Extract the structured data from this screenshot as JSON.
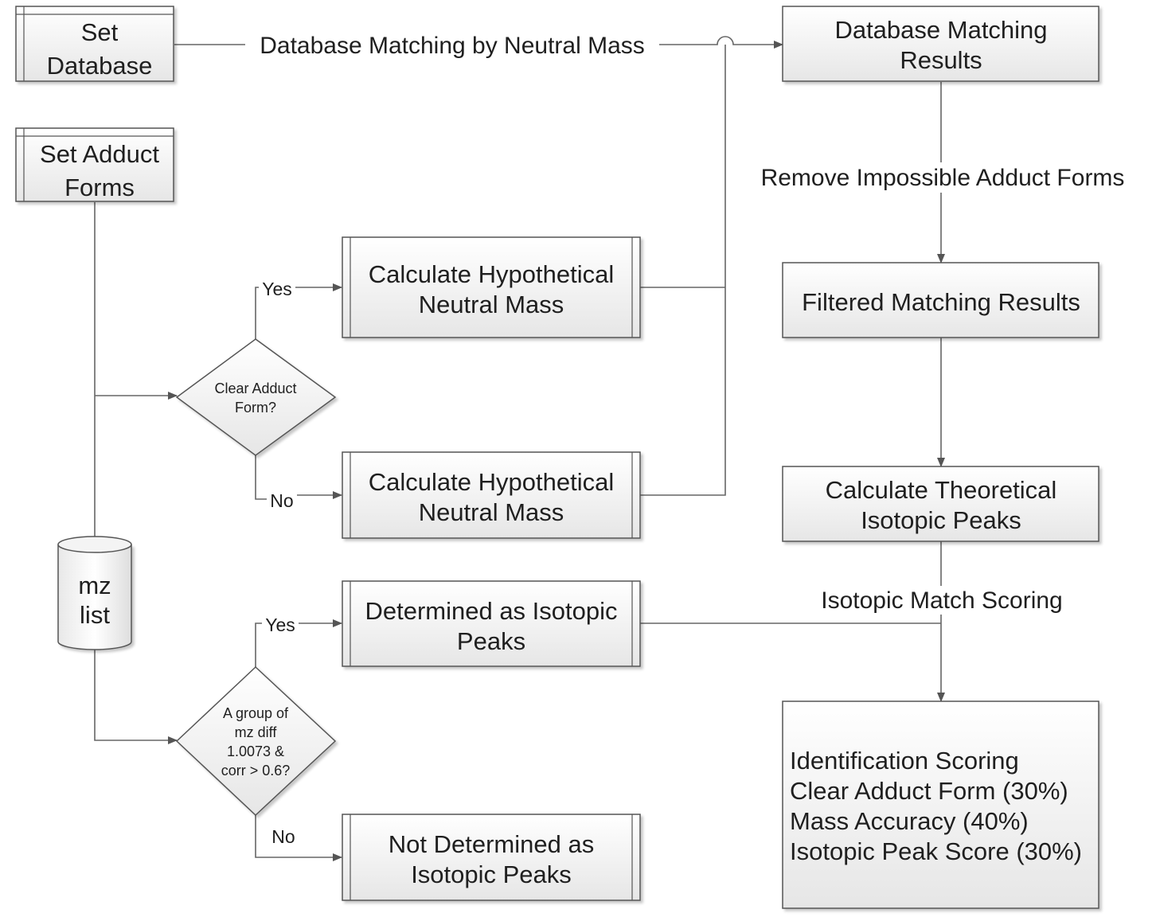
{
  "nodes": {
    "set_database": [
      "Set",
      "Database"
    ],
    "set_adduct_forms": [
      "Set Adduct",
      "Forms"
    ],
    "mz_list": [
      "mz",
      "list"
    ],
    "decision_adduct": [
      "Clear Adduct",
      "Form?"
    ],
    "calc_neutral_yes": [
      "Calculate Hypothetical",
      "Neutral Mass"
    ],
    "calc_neutral_no": [
      "Calculate Hypothetical",
      "Neutral Mass"
    ],
    "decision_isotopic": [
      "A group of",
      "mz diff",
      "1.0073 &",
      "corr > 0.6?"
    ],
    "isotopic_yes": [
      "Determined as Isotopic",
      "Peaks"
    ],
    "isotopic_no": [
      "Not Determined as",
      "Isotopic Peaks"
    ],
    "db_results": [
      "Database Matching",
      "Results"
    ],
    "filtered_results": [
      "Filtered Matching Results"
    ],
    "theoretical_peaks": [
      "Calculate Theoretical",
      "Isotopic Peaks"
    ],
    "identification_scoring": [
      "Identification Scoring",
      "Clear Adduct Form (30%)",
      "Mass Accuracy (40%)",
      "Isotopic Peak Score (30%)"
    ]
  },
  "edge_labels": {
    "db_matching": "Database Matching by Neutral Mass",
    "remove_impossible": "Remove Impossible Adduct Forms",
    "isotopic_match": "Isotopic Match Scoring",
    "adduct_yes": "Yes",
    "adduct_no": "No",
    "isotopic_yes": "Yes",
    "isotopic_no": "No"
  }
}
